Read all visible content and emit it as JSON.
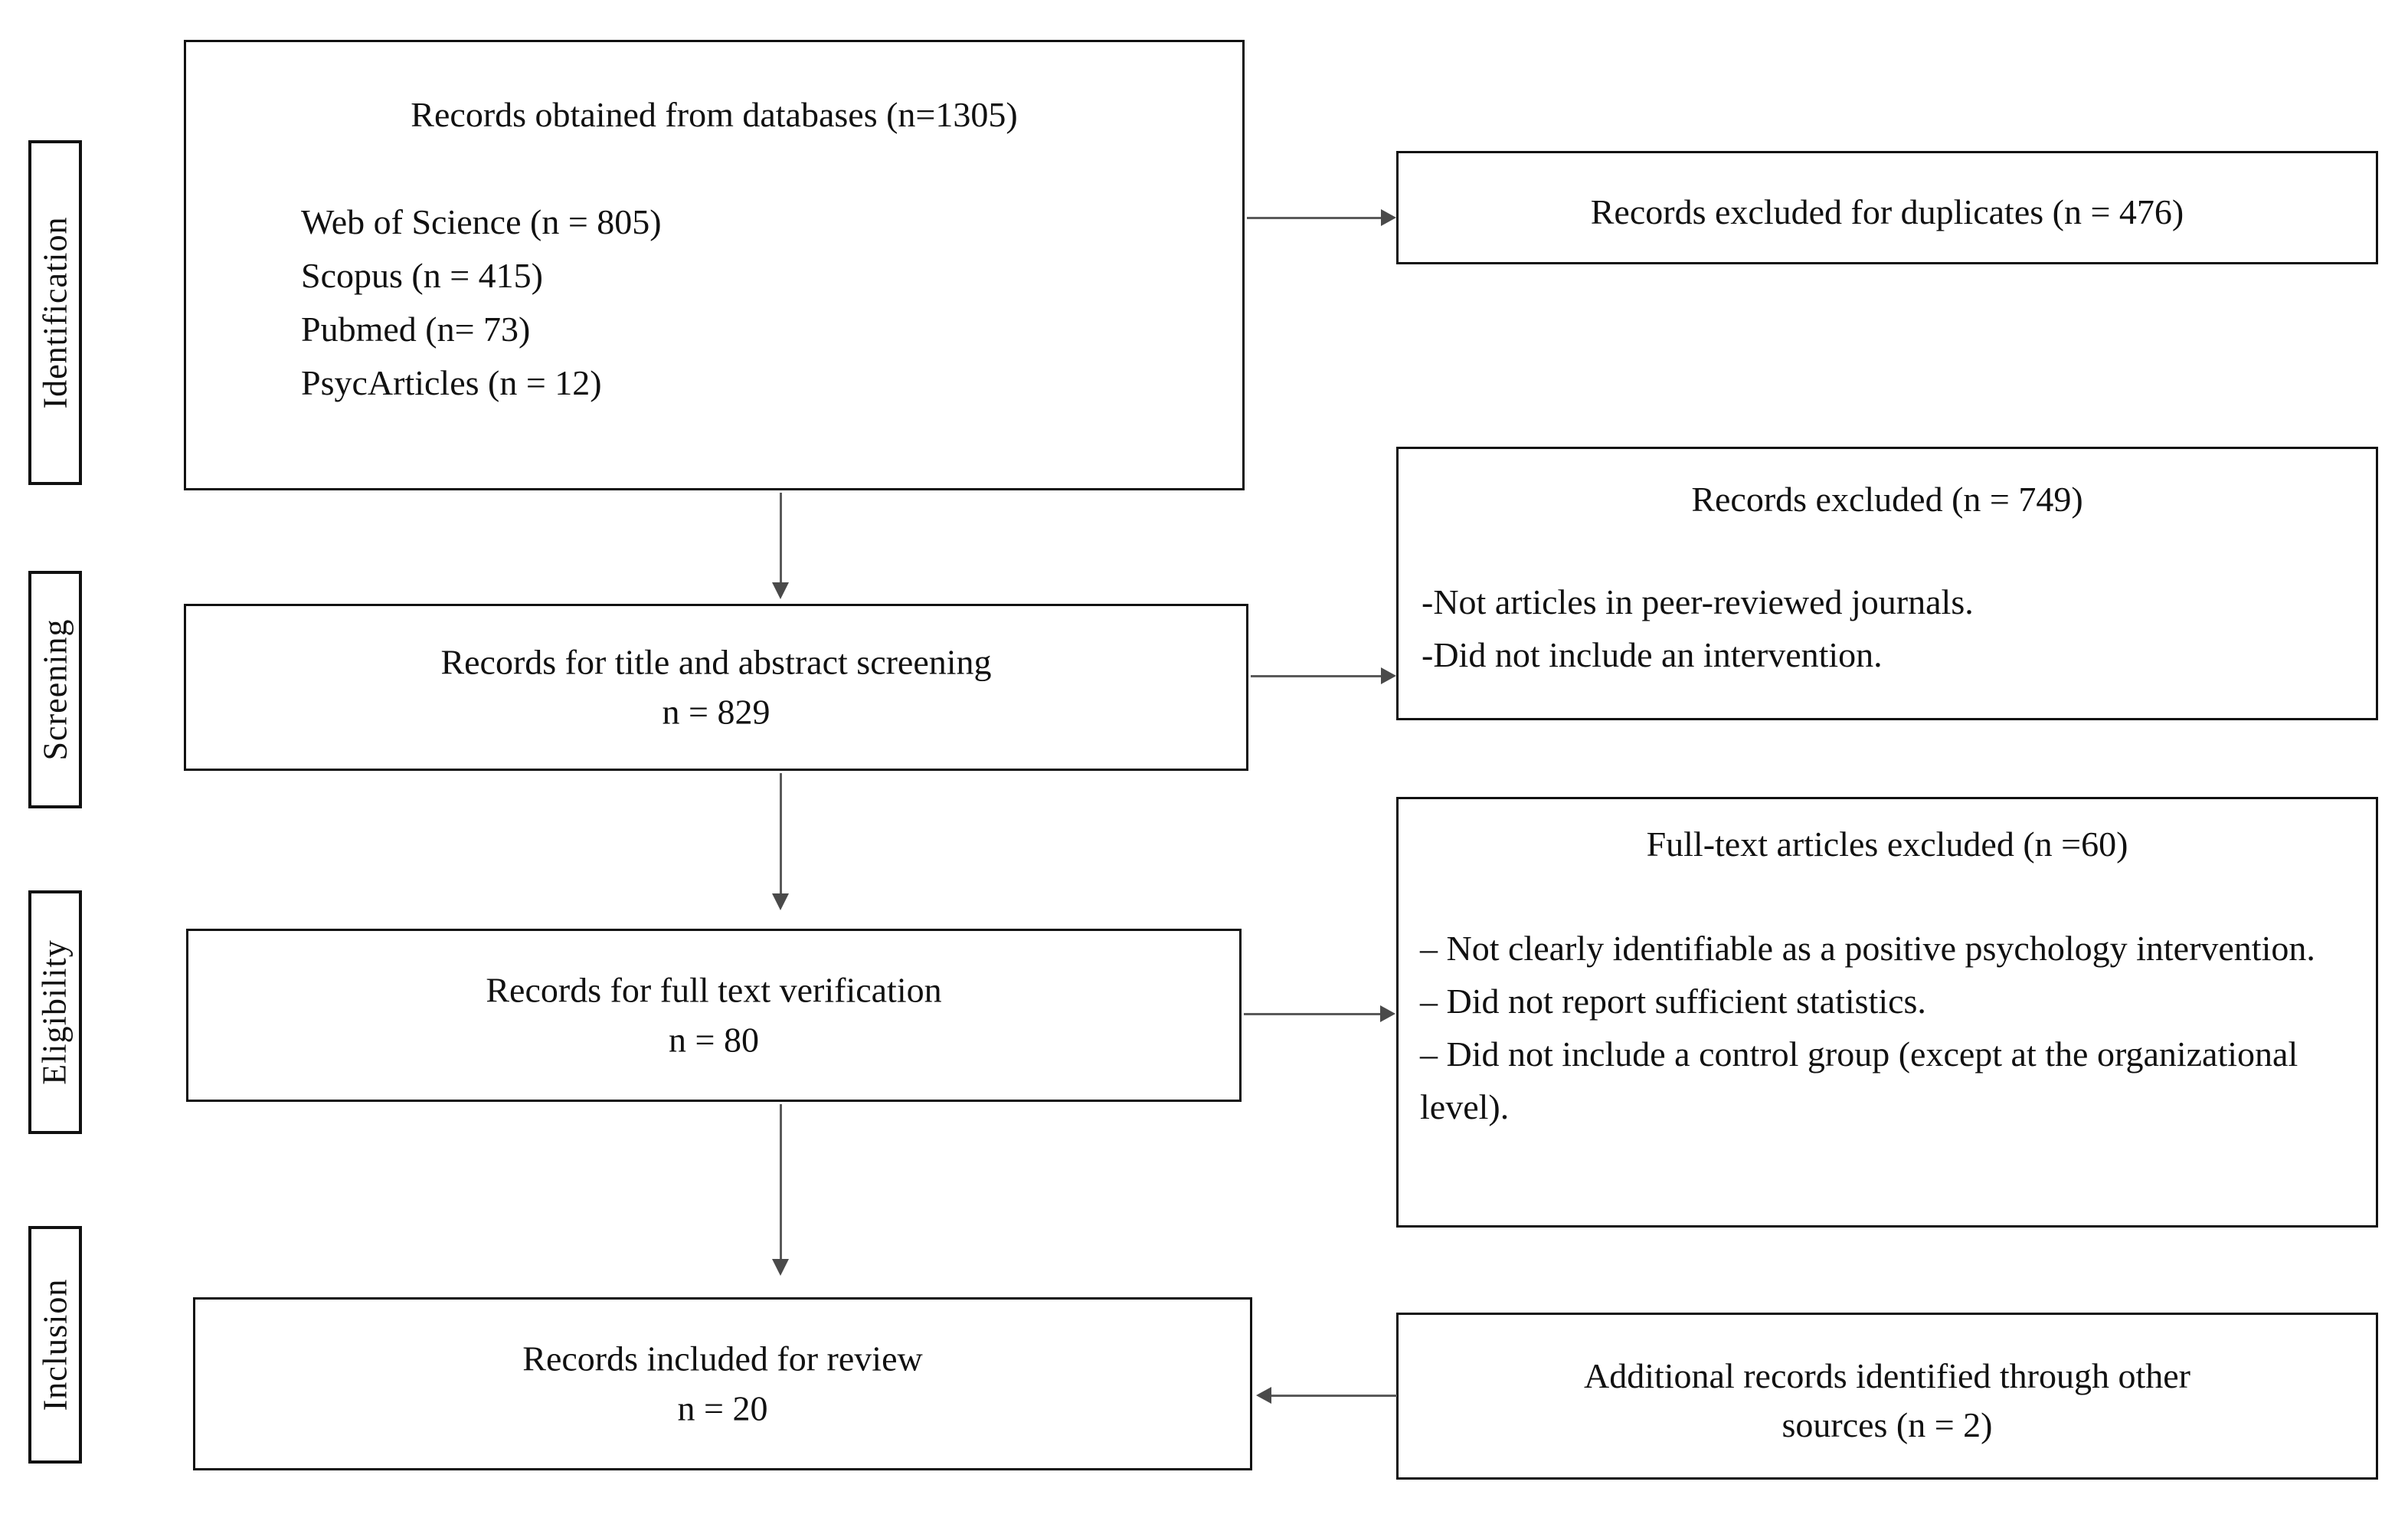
{
  "diagram": {
    "type": "prisma-flow-diagram",
    "stages": [
      {
        "id": "identification",
        "label": "Identification"
      },
      {
        "id": "screening",
        "label": "Screening"
      },
      {
        "id": "eligibility",
        "label": "Eligibility"
      },
      {
        "id": "inclusion",
        "label": "Inclusion"
      }
    ],
    "flow_boxes": {
      "identification": {
        "title": "Records obtained from databases (n=1305)",
        "sources": [
          "Web of Science (n = 805)",
          "Scopus (n = 415)",
          "Pubmed (n= 73)",
          "PsycArticles (n = 12)"
        ]
      },
      "screening": {
        "line1": "Records for title and abstract screening",
        "line2": "n = 829"
      },
      "eligibility": {
        "line1": "Records for full text verification",
        "line2": "n = 80"
      },
      "inclusion": {
        "line1": "Records included for review",
        "line2": "n = 20"
      }
    },
    "side_boxes": {
      "duplicates": {
        "title": "Records excluded for duplicates (n = 476)",
        "reasons": []
      },
      "screening_excluded": {
        "title": "Records excluded (n = 749)",
        "reasons": [
          "-Not articles in peer-reviewed journals.",
          "-Did not include an intervention."
        ]
      },
      "fulltext_excluded": {
        "title": "Full-text articles excluded (n =60)",
        "reasons": [
          "– Not clearly identifiable as a positive psychology intervention.",
          "– Did not report sufficient statistics.",
          "– Did not include a control group (except at the organizational level)."
        ]
      },
      "additional_records": {
        "line1": "Additional records identified through other",
        "line2": "sources (n = 2)"
      }
    }
  }
}
